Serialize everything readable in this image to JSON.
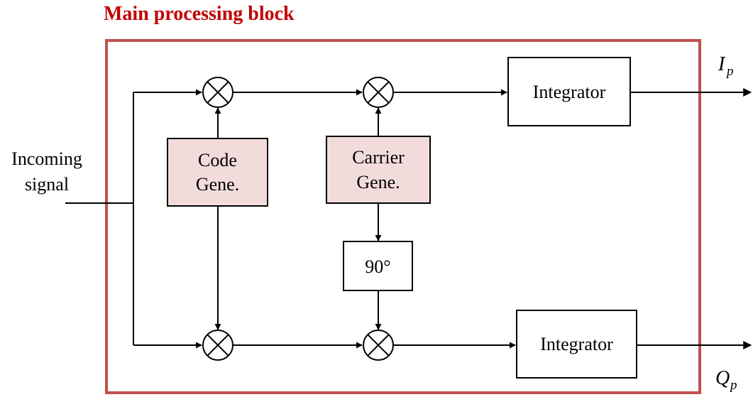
{
  "title": "Main processing block",
  "frame_color": "#c0504d",
  "title_color": "#c00000",
  "generator_fill": "#f2dcdb",
  "input": {
    "line1": "Incoming",
    "line2": "signal"
  },
  "code_generator": {
    "line1": "Code",
    "line2": "Gene."
  },
  "carrier_generator": {
    "line1": "Carrier",
    "line2": "Gene."
  },
  "phase_shift": "90°",
  "integrator_top": "Integrator",
  "integrator_bottom": "Integrator",
  "output_i": {
    "main": "I",
    "sub": "p"
  },
  "output_q": {
    "main": "Q",
    "sub": "p"
  }
}
